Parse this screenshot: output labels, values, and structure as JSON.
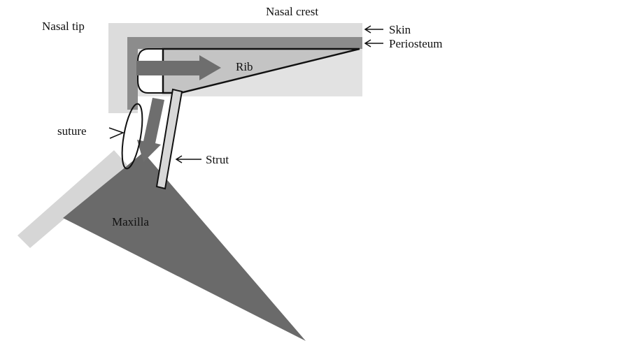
{
  "labels": {
    "nasal_crest": "Nasal crest",
    "nasal_tip": "Nasal tip",
    "skin": "Skin",
    "periosteum": "Periosteum",
    "rib": "Rib",
    "suture": "suture",
    "strut": "Strut",
    "maxilla": "Maxilla"
  },
  "colors": {
    "skin": "#dcdcdc",
    "periosteum": "#8c8c8c",
    "rib": "#c4c4c4",
    "arrow": "#6e6e6e",
    "maxilla": "#6a6a6a",
    "bone_bar": "#d6d6d6"
  }
}
